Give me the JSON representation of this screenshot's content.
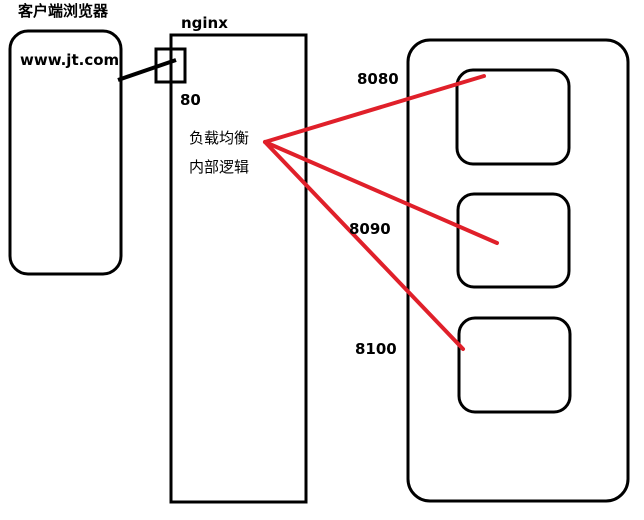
{
  "client": {
    "title": "客户端浏览器",
    "url": "www.jt.com"
  },
  "nginx": {
    "title": "nginx",
    "port": "80",
    "function_line1": "负载均衡",
    "function_line2": "内部逻辑"
  },
  "servers": [
    {
      "port": "8080"
    },
    {
      "port": "8090"
    },
    {
      "port": "8100"
    }
  ],
  "colors": {
    "outline": "#000000",
    "route": "#e0202a",
    "background": "#ffffff"
  }
}
